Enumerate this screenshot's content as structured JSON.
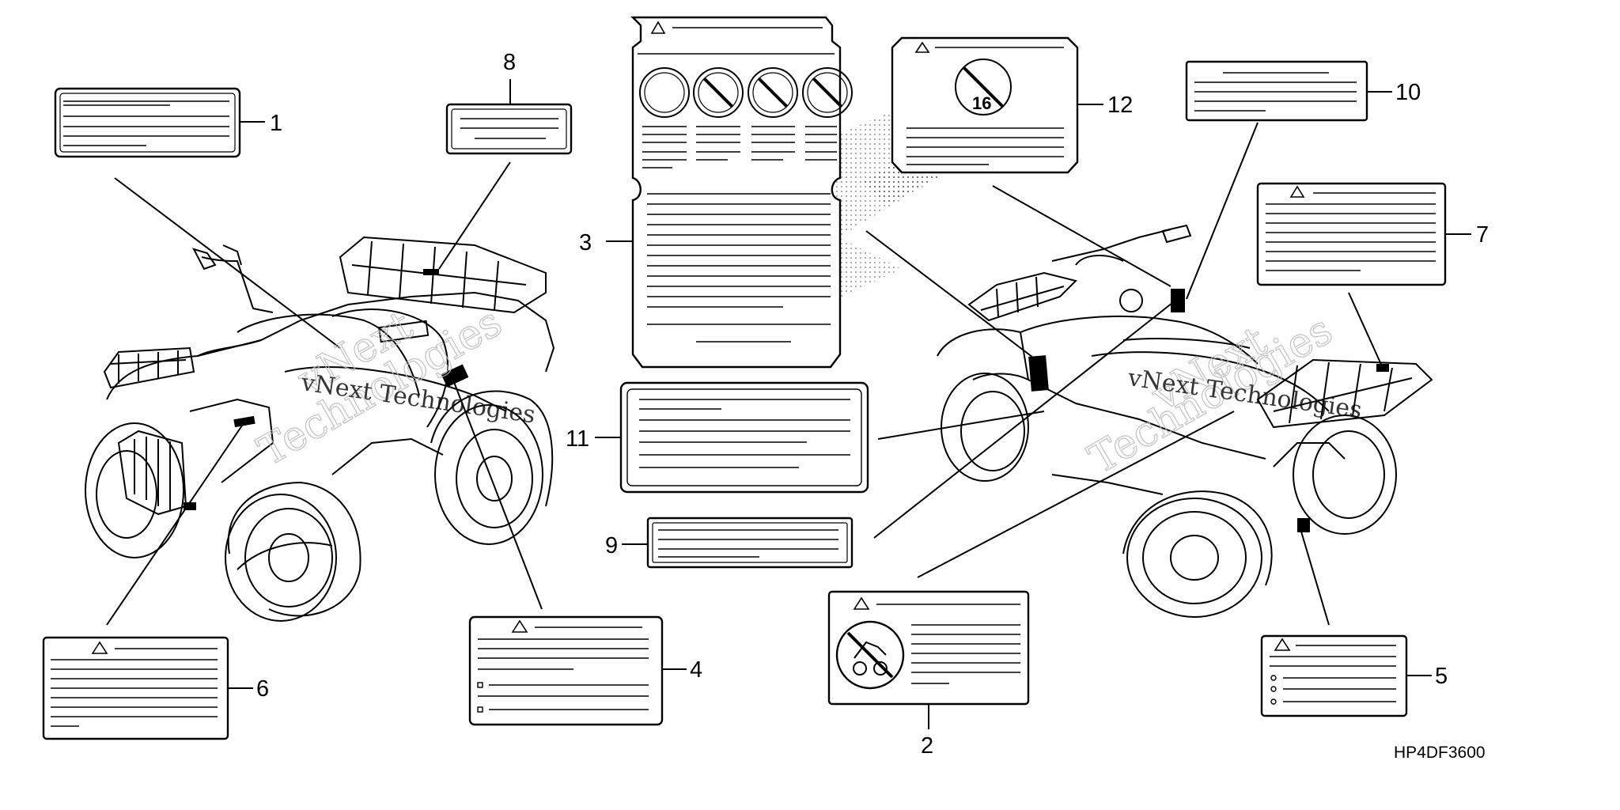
{
  "callouts": {
    "c1": "1",
    "c2": "2",
    "c3": "3",
    "c4": "4",
    "c5": "5",
    "c6": "6",
    "c7": "7",
    "c8": "8",
    "c9": "9",
    "c10": "10",
    "c11": "11",
    "c12": "12"
  },
  "label12_age": "16",
  "diagram_code": "HP4DF3600",
  "watermark": {
    "brand": "vNext",
    "company": "Technologies",
    "full": "vNext Technologies"
  }
}
